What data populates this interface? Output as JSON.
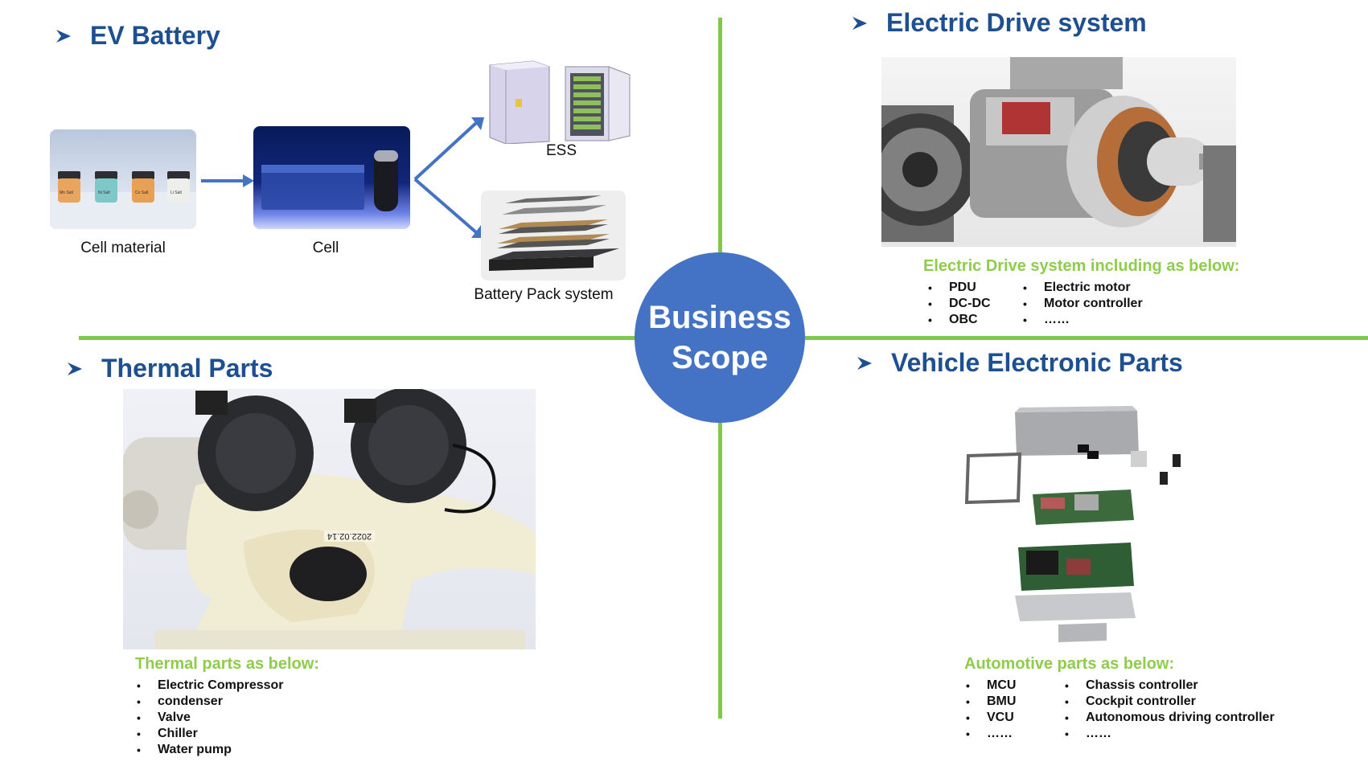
{
  "center": {
    "line1": "Business",
    "line2": "Scope"
  },
  "ev_battery": {
    "title": "EV Battery",
    "cell_material_label": "Cell material",
    "cell_label": "Cell",
    "ess_label": "ESS",
    "battery_pack_label": "Battery Pack system",
    "jar_labels": [
      "Mn Salt",
      "Ni Salt",
      "Co Salt",
      "Li Salt"
    ]
  },
  "electric_drive": {
    "title": "Electric Drive system",
    "subtitle": "Electric Drive system including as below:",
    "col1": [
      "PDU",
      "DC-DC",
      "OBC"
    ],
    "col2": [
      "Electric motor",
      "Motor controller",
      "……"
    ]
  },
  "thermal": {
    "title": "Thermal Parts",
    "subtitle": "Thermal parts as below:",
    "items": [
      "Electric Compressor",
      "condenser",
      "Valve",
      "Chiller",
      "Water pump"
    ],
    "stamp": "2022.02.14"
  },
  "vehicle_electronic": {
    "title": "Vehicle Electronic Parts",
    "subtitle": "Automotive parts as below:",
    "col1": [
      "MCU",
      "BMU",
      "VCU",
      "……"
    ],
    "col2": [
      "Chassis controller",
      "Cockpit controller",
      "Autonomous driving controller",
      "……"
    ]
  },
  "colors": {
    "accent_blue": "#1d4f91",
    "circle_blue": "#4472c4",
    "divider_green": "#7ec94a",
    "subtitle_green": "#8dcd4b"
  }
}
